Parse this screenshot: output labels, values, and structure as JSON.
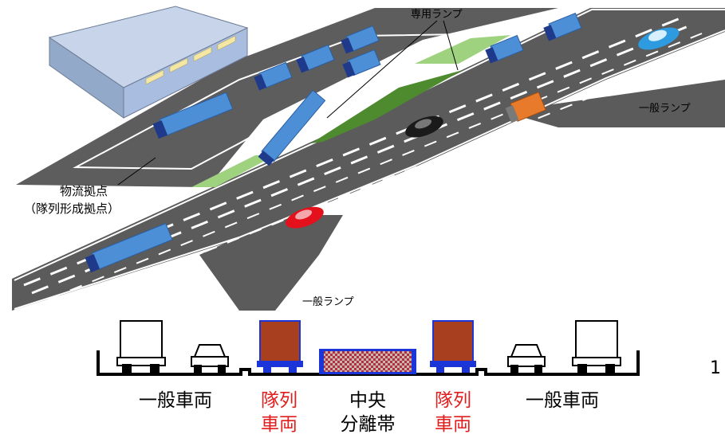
{
  "labels": {
    "dedicated_ramp": "専用ランプ",
    "general_ramp_right": "一般ランプ",
    "general_ramp_bottom": "一般ランプ",
    "hub_line1": "物流拠点",
    "hub_line2": "（隊列形成拠点）"
  },
  "cross_section": {
    "general_left": "一般車両",
    "platoon_left_1": "隊列",
    "platoon_left_2": "車両",
    "median_1": "中央",
    "median_2": "分離帯",
    "platoon_right_1": "隊列",
    "platoon_right_2": "車両",
    "general_right": "一般車両"
  },
  "page_number": "1",
  "colors": {
    "road": "#5b5b5b",
    "lane_marking": "#ffffff",
    "dedicated_ramp_green": "#4e8b2e",
    "light_green": "#9fd27f",
    "truck_blue": "#4d8fd6",
    "platoon_red": "#a8401f",
    "median_blue": "#1c35d8",
    "accent_red_text": "#e11d1d"
  }
}
